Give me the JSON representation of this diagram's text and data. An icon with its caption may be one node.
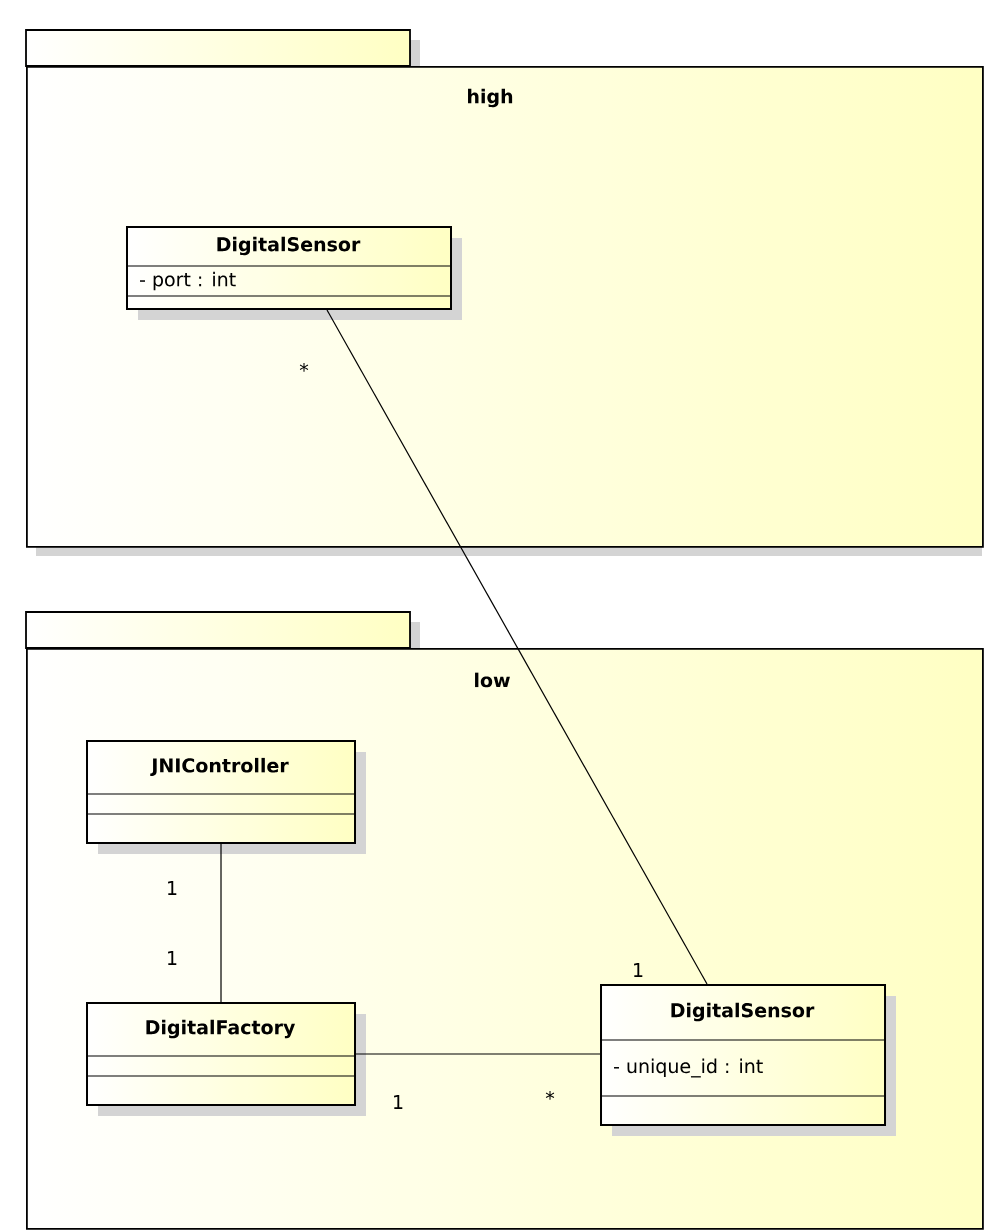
{
  "diagram": {
    "nodes": [
      {
        "text": [
          "high"
        ]
      },
      {
        "text": [
          "DigitalSensor",
          "- port : int"
        ],
        "in": 0
      },
      {
        "text": [
          "low"
        ]
      },
      {
        "text": [
          "JNIController"
        ],
        "in": 2
      },
      {
        "text": [
          "DigitalFactory"
        ],
        "in": 2
      },
      {
        "text": [
          "DigitalSensor",
          "- unique_id : int"
        ],
        "in": 2
      }
    ],
    "edges": [
      {
        "from": 1,
        "to": 5,
        "arrow": "none"
      },
      {
        "from": 3,
        "to": 4,
        "arrow": "none"
      },
      {
        "from": 4,
        "to": 5,
        "arrow": "none"
      }
    ],
    "labels": [
      "*",
      "1",
      "1",
      "1",
      "1",
      "*"
    ]
  }
}
